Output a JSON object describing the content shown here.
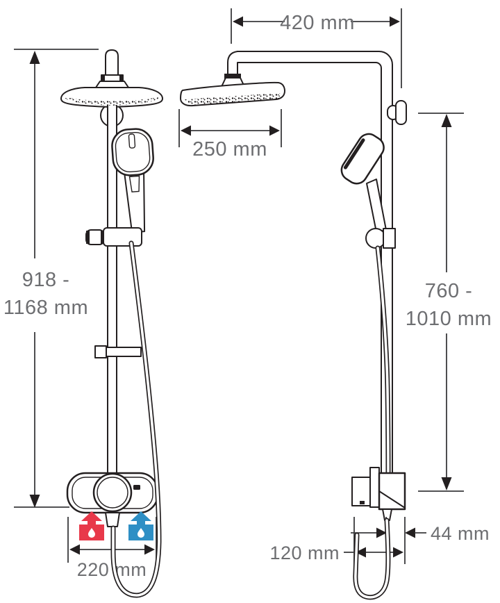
{
  "drawing": {
    "title": "shower-system-dimension-diagram",
    "views": {
      "left": "front-view",
      "right": "side-view"
    },
    "dimensions": {
      "arm_reach": "420 mm",
      "head_width": "250 mm",
      "total_height_line1": "918 -",
      "total_height_line2": "1168 mm",
      "rail_height_line1": "760 -",
      "rail_height_line2": "1010 mm",
      "wall_offset": "44 mm",
      "valve_depth": "120 mm",
      "valve_width": "220 mm"
    },
    "icons": {
      "hot": "hot-water-inlet",
      "cold": "cold-water-inlet"
    },
    "colors": {
      "hot": "#e8394a",
      "cold": "#2e8fc5",
      "line": "#231f20",
      "dimension_text": "#6d6e71",
      "background": "#ffffff"
    }
  }
}
